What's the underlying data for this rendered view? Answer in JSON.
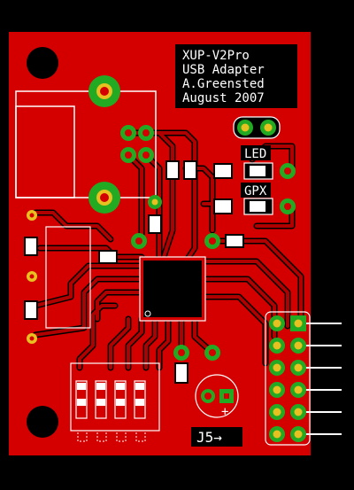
{
  "board_label": {
    "line1": "XUP-V2Pro",
    "line2": "USB Adapter",
    "line3": "A.Greensted",
    "line4": "August 2007"
  },
  "labels": {
    "led": "LED",
    "gpx": "GPX",
    "connector": "J5→",
    "polarity": "+"
  },
  "colors": {
    "board": "#d40000",
    "background": "#000000",
    "copper_trace": "#b00000",
    "trace_outline": "#000000",
    "pad": "#22aa22",
    "pad_ring": "#e8c020",
    "silkscreen": "#ffffff",
    "chip": "#000000"
  }
}
